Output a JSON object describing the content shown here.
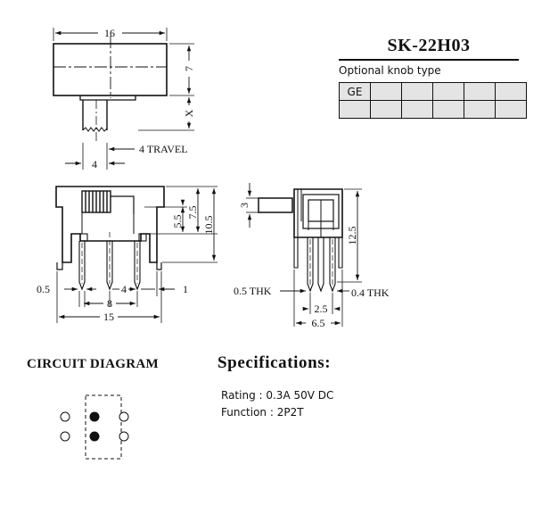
{
  "part_number": "SK-22H03",
  "knob": {
    "caption": "Optional knob type",
    "row1": [
      "GE",
      "",
      "",
      "",
      "",
      ""
    ],
    "row2": [
      "",
      "",
      "",
      "",
      "",
      ""
    ]
  },
  "top_view": {
    "width_dim": "16",
    "height_dim": "7",
    "knob_dim": "X",
    "knob_width_dim": "4",
    "travel_label": "4 TRAVEL"
  },
  "front_view": {
    "dim_5_5": "5.5",
    "dim_7_5": "7.5",
    "dim_10_5": "10.5",
    "dim_0_5": "0.5",
    "dim_4": "4",
    "dim_1": "1",
    "dim_8": "8",
    "dim_15": "15"
  },
  "side_view": {
    "dim_3": "3",
    "dim_12_5": "12.5",
    "thk_left": "0.5 THK",
    "thk_right": "0.4 THK",
    "dim_2_5": "2.5",
    "dim_6_5": "6.5"
  },
  "circuit": {
    "title": "CIRCUIT DIAGRAM"
  },
  "specifications": {
    "title": "Specifications:",
    "rating": "Rating : 0.3A 50V DC",
    "function": "Function : 2P2T"
  }
}
